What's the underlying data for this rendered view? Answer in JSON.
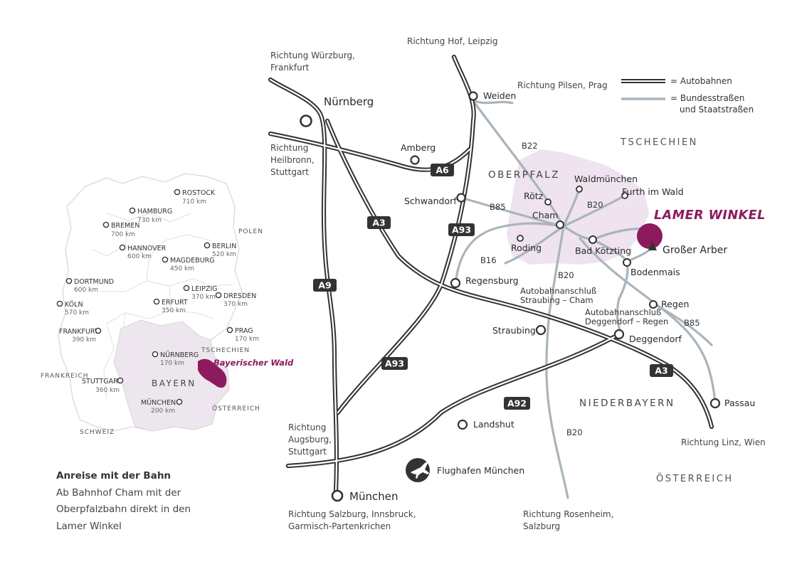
{
  "colors": {
    "accent": "#8e1a5e",
    "highlight": "#eee3ee",
    "bundes": "#a9b4bc",
    "autobahn": "#333333"
  },
  "legend": {
    "autobahnen": "= Autobahnen",
    "bundes_line1": "= Bundesstraßen",
    "bundes_line2": "und Staatstraßen"
  },
  "directions": {
    "wuerzburg_1": "Richtung Würzburg,",
    "wuerzburg_2": "Frankfurt",
    "hof": "Richtung Hof, Leipzig",
    "pilsen": "Richtung Pilsen, Prag",
    "heilbronn_1": "Richtung",
    "heilbronn_2": "Heilbronn,",
    "heilbronn_3": "Stuttgart",
    "augsburg_1": "Richtung",
    "augsburg_2": "Augsburg,",
    "augsburg_3": "Stuttgart",
    "salzburg_1": "Richtung Salzburg, Innsbruck,",
    "salzburg_2": "Garmisch-Partenkrichen",
    "rosenheim_1": "Richtung Rosenheim,",
    "rosenheim_2": "Salzburg",
    "linz": "Richtung Linz, Wien"
  },
  "cities": {
    "nuernberg": "Nürnberg",
    "muenchen": "München",
    "weiden": "Weiden",
    "amberg": "Amberg",
    "schwandorf": "Schwandorf",
    "regensburg": "Regensburg",
    "straubing": "Straubing",
    "landshut": "Landshut",
    "deggendorf": "Deggendorf",
    "passau": "Passau",
    "regen": "Regen",
    "bodenmais": "Bodenmais",
    "bad_koetzting": "Bad Kötzting",
    "cham": "Cham",
    "roding": "Roding",
    "roetz": "Rötz",
    "waldmuenchen": "Waldmünchen",
    "furth": "Furth im Wald",
    "grosser_arber": "Großer Arber"
  },
  "regions": {
    "oberpfalz": "OBERPFALZ",
    "niederbayern": "NIEDERBAYERN",
    "tschechien": "TSCHECHIEN",
    "oesterreich": "ÖSTERREICH"
  },
  "lamer_winkel": "LAMER WINKEL",
  "roads": {
    "b22": "B22",
    "b85a": "B85",
    "b20a": "B20",
    "b16": "B16",
    "b20b": "B20",
    "b85b": "B85",
    "b20c": "B20"
  },
  "signs": {
    "a6": "A6",
    "a3a": "A3",
    "a93a": "A93",
    "a9": "A9",
    "a93b": "A93",
    "a92": "A92",
    "a3b": "A3"
  },
  "junctions": {
    "straubing_1": "Autobahnanschluß",
    "straubing_2": "Straubing – Cham",
    "deggendorf_1": "Autobahnanschluß",
    "deggendorf_2": "Deggendorf – Regen"
  },
  "airport": "Flughafen München",
  "germany": {
    "cities": [
      {
        "name": "ROSTOCK",
        "km": "710 km"
      },
      {
        "name": "HAMBURG",
        "km": "730 km"
      },
      {
        "name": "BREMEN",
        "km": "700 km"
      },
      {
        "name": "BERLIN",
        "km": "520 km"
      },
      {
        "name": "HANNOVER",
        "km": "600 km"
      },
      {
        "name": "MAGDEBURG",
        "km": "450 km"
      },
      {
        "name": "DORTMUND",
        "km": "600 km"
      },
      {
        "name": "LEIPZIG",
        "km": "370 km"
      },
      {
        "name": "DRESDEN",
        "km": "370 km"
      },
      {
        "name": "KÖLN",
        "km": "570 km"
      },
      {
        "name": "ERFURT",
        "km": "350 km"
      },
      {
        "name": "FRANKFURT",
        "km": "390 km"
      },
      {
        "name": "PRAG",
        "km": "170 km"
      },
      {
        "name": "NÜRNBERG",
        "km": "170 km"
      },
      {
        "name": "STUTTGART",
        "km": "360 km"
      },
      {
        "name": "MÜNCHEN",
        "km": "200 km"
      }
    ],
    "countries": {
      "polen": "POLEN",
      "tschechien": "TSCHECHIEN",
      "frankreich": "FRANKREICH",
      "oesterreich": "ÖSTERREICH",
      "schweiz": "SCHWEIZ"
    },
    "bayern": "BAYERN",
    "bayerischer_wald": "Bayerischer Wald"
  },
  "anreise": {
    "title": "Anreise mit der Bahn",
    "line1": "Ab Bahnhof Cham mit der",
    "line2": "Oberpfalzbahn direkt in den",
    "line3": "Lamer Winkel"
  }
}
